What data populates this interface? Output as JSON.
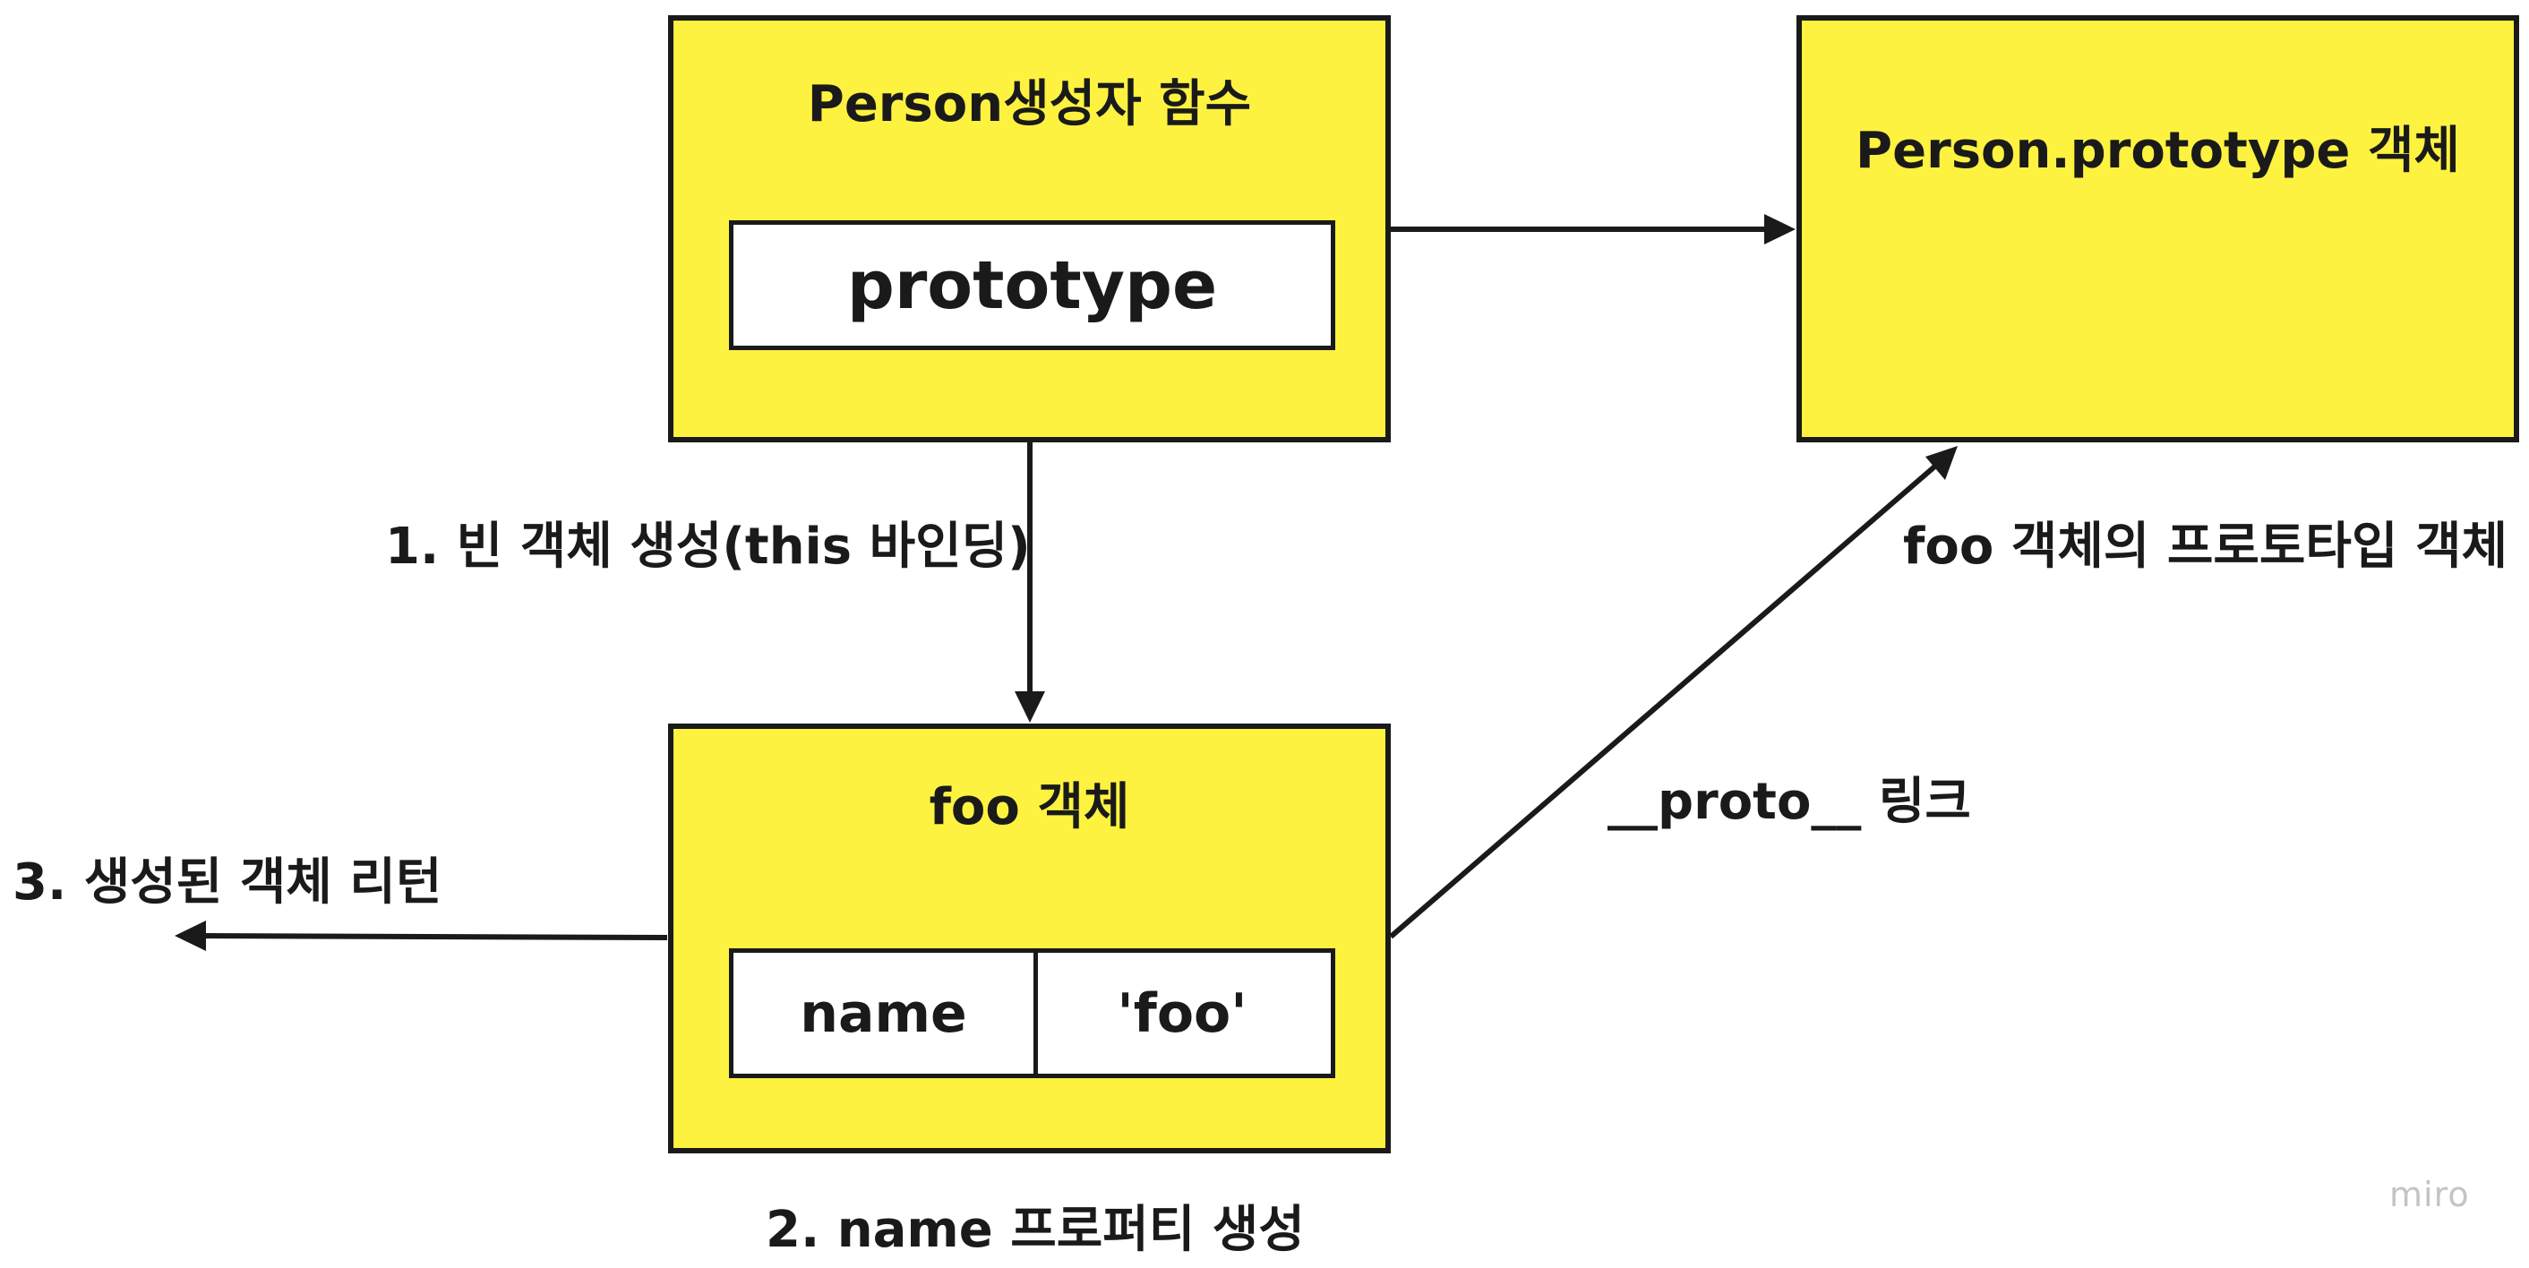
{
  "nodes": {
    "person_constructor": {
      "title": "Person생성자 함수",
      "property": "prototype"
    },
    "person_prototype": {
      "title": "Person.prototype 객체"
    },
    "foo_object": {
      "title": "foo 객체",
      "property_name": "name",
      "property_value": "'foo'"
    }
  },
  "edges": {
    "step1": "1. 빈 객체 생성(this 바인딩)",
    "step2": "2. name 프로퍼티 생성",
    "step3": "3. 생성된 객체 리턴",
    "proto_link": "__proto__ 링크",
    "prototype_of_foo": "foo 객체의 프로토타입 객체"
  },
  "watermark": "miro",
  "colors": {
    "box_fill": "#fdf240",
    "stroke": "#1a1a1a"
  }
}
